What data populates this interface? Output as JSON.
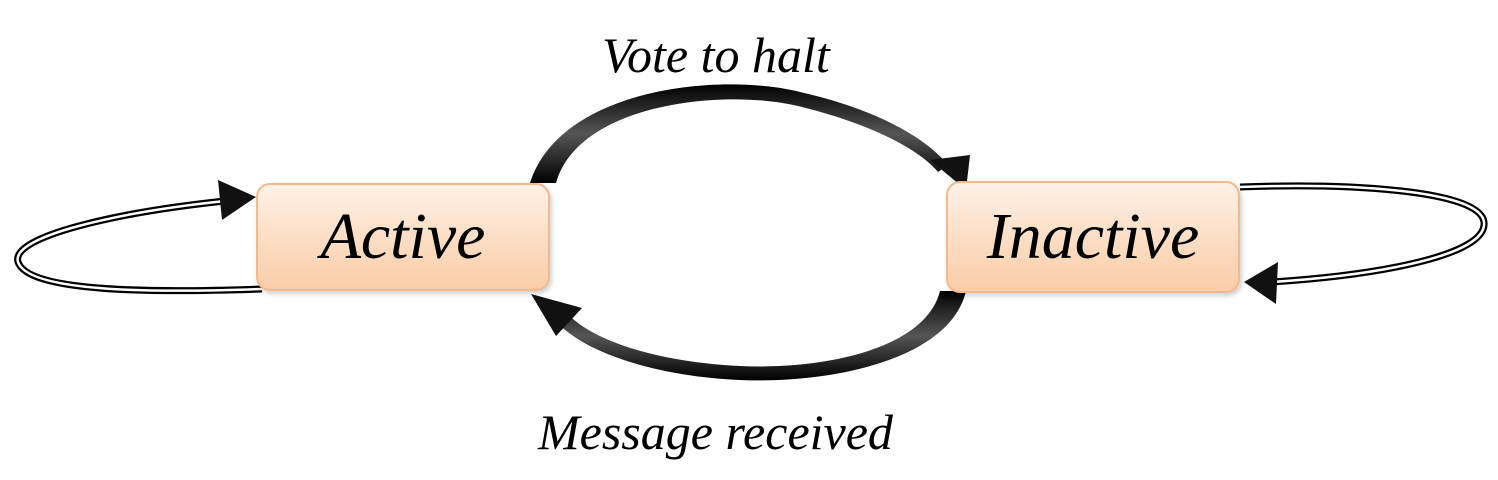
{
  "states": {
    "active": "Active",
    "inactive": "Inactive"
  },
  "transitions": {
    "vote_to_halt": "Vote to halt",
    "message_received": "Message received"
  },
  "colors": {
    "box_border": "#f2b98f",
    "box_fill_top": "#fff1e6",
    "box_fill_bottom": "#fbcda8",
    "arrow": "#000000"
  }
}
